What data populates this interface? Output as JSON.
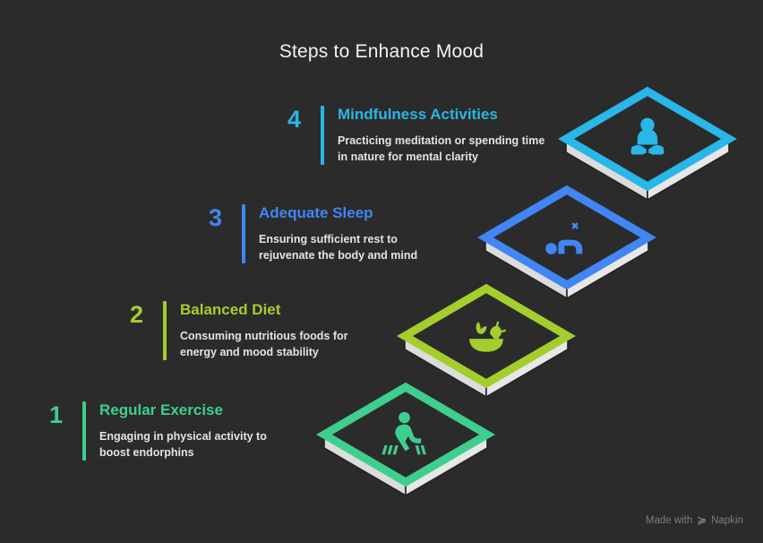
{
  "page": {
    "title": "Steps to Enhance Mood",
    "background_color": "#2b2b2b"
  },
  "steps": [
    {
      "number": "1",
      "title": "Regular Exercise",
      "description": "Engaging in physical activity to boost endorphins",
      "color": "#3ECF8E",
      "icon": "walking-person-icon"
    },
    {
      "number": "2",
      "title": "Balanced Diet",
      "description": "Consuming nutritious foods for energy and mood stability",
      "color": "#A4CE2E",
      "icon": "salad-bowl-icon"
    },
    {
      "number": "3",
      "title": "Adequate Sleep",
      "description": "Ensuring sufficient rest to rejuvenate the body and mind",
      "color": "#4285F4",
      "icon": "sleeping-person-moon-icon"
    },
    {
      "number": "4",
      "title": "Mindfulness Activities",
      "description": "Practicing meditation or spending time in nature for mental clarity",
      "color": "#29B6E8",
      "icon": "meditating-person-icon"
    }
  ],
  "palette": {
    "step_block_top": "#2b2b2b",
    "step_block_face": "#e7e7e7",
    "step_block_face_shadow": "#dcdcdc",
    "outline": "#232323",
    "body_text": "#e3e3e3",
    "title_text": "#f2f2f2"
  },
  "watermark": {
    "prefix": "Made with",
    "brand": "Napkin",
    "glyph": "≽"
  }
}
